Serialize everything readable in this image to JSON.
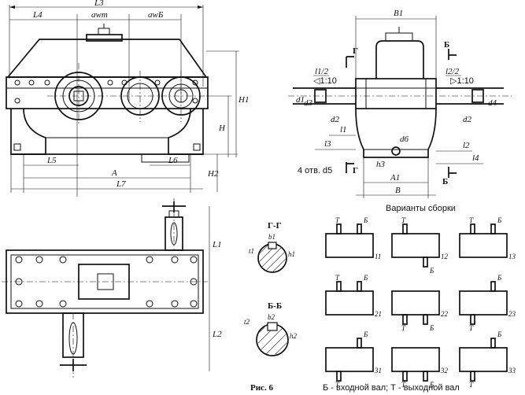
{
  "figure": {
    "caption": "Рис. 6",
    "front_view_labels": {
      "L3": "L3",
      "L4": "L4",
      "awT": "awт",
      "awB": "awБ",
      "H1": "H1",
      "H": "H",
      "H2": "H2",
      "L5": "L5",
      "L6": "L6",
      "A": "A",
      "L7": "L7"
    },
    "side_view_labels": {
      "B1": "B1",
      "G": "Г",
      "B_sec": "Б",
      "l1_2": "l1/2",
      "l2_2": "l2/2",
      "taper_left": "◁1:10",
      "taper_right": "▷1:10",
      "d1": "d1",
      "d3": "d3",
      "d2": "d2",
      "d4": "d4",
      "d6": "d6",
      "l1": "l1",
      "l3": "l3",
      "l2": "l2",
      "l4": "l4",
      "h3": "h3",
      "holes": "4 отв. d5",
      "A1": "A1",
      "B": "B"
    },
    "plan_view_labels": {
      "L1": "L1",
      "L2": "L2"
    },
    "section_GG": {
      "title": "Г-Г",
      "b1": "b1",
      "t1": "t1",
      "h1": "h1"
    },
    "section_BB": {
      "title": "Б-Б",
      "b2": "b2",
      "t2": "t2",
      "h2": "h2"
    },
    "assembly": {
      "title": "Варианты сборки",
      "T": "Т",
      "B": "Б",
      "variants": [
        "11",
        "12",
        "13",
        "21",
        "22",
        "23",
        "31",
        "32",
        "33"
      ],
      "legend": "Б - входной вал; Т - выходной вал"
    }
  }
}
